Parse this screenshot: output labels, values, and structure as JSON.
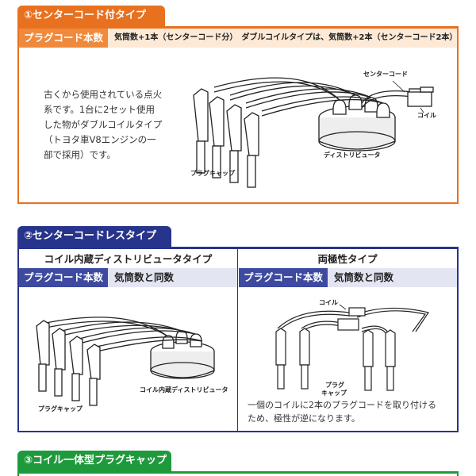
{
  "section1": {
    "title": "①センターコード付タイプ",
    "row_label": "プラグコード本数",
    "row_value": "気筒数+1本（センターコード分）　ダブルコイルタイプは、気筒数+2本（センターコード2本）",
    "description": "古くから使用されている点火\n系です。1台に2セット使用\nした物がダブルコイルタイプ\n（トヨタ車V8エンジンの一\n部で採用）です。",
    "labels": {
      "center_cord": "センターコード",
      "coil": "コイル",
      "distributor": "ディストリビュータ",
      "plug_cap": "プラグキャップ"
    }
  },
  "section2": {
    "title": "②センターコードレスタイプ",
    "left": {
      "subtitle": "コイル内蔵ディストリビュータタイプ",
      "row_label": "プラグコード本数",
      "row_value": "気筒数と同数",
      "labels": {
        "distributor": "コイル内蔵ディストリビュータ",
        "plug_cap": "プラグキャップ"
      }
    },
    "right": {
      "subtitle": "両極性タイプ",
      "row_label": "プラグコード本数",
      "row_value": "気筒数と同数",
      "labels": {
        "coil": "コイル",
        "plug_cap_1": "プラグ",
        "plug_cap_2": "キャップ"
      },
      "description": "一個のコイルに2本のプラグコードを取り付ける\nため、極性が逆になります。"
    }
  },
  "section3": {
    "title": "③コイル一体型プラグキャップ"
  },
  "colors": {
    "orange": "#e8711f",
    "orange_light": "#fde9d6",
    "navy": "#27348b",
    "navy_light": "#e3e5f2",
    "green": "#1e9a3c"
  }
}
